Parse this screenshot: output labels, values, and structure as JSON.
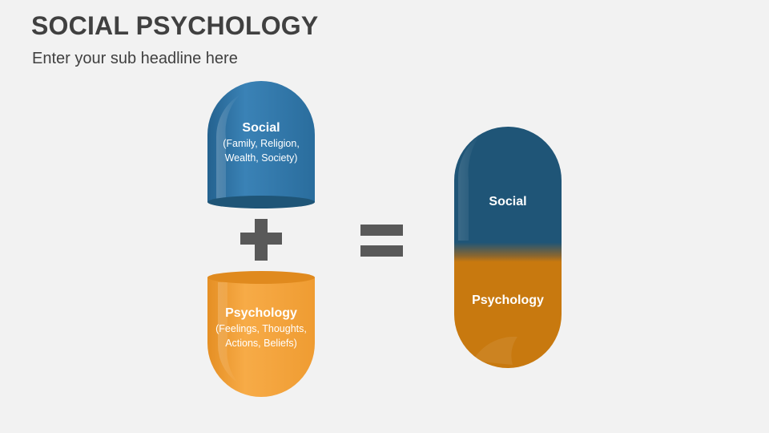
{
  "slide": {
    "title": "SOCIAL PSYCHOLOGY",
    "subtitle": "Enter your sub headline here"
  },
  "top_capsule": {
    "heading": "Social",
    "detail_line1": "(Family, Religion,",
    "detail_line2": "Wealth, Society)"
  },
  "bottom_capsule": {
    "heading": "Psychology",
    "detail_line1": "(Feelings, Thoughts,",
    "detail_line2": "Actions, Beliefs)"
  },
  "result_pill": {
    "top_label": "Social",
    "bottom_label": "Psychology"
  },
  "colors": {
    "blue": "#2e75a8",
    "blue_dark": "#1f5577",
    "orange": "#f4a23a",
    "orange_dark": "#c8790f",
    "operator_gray": "#595959"
  }
}
